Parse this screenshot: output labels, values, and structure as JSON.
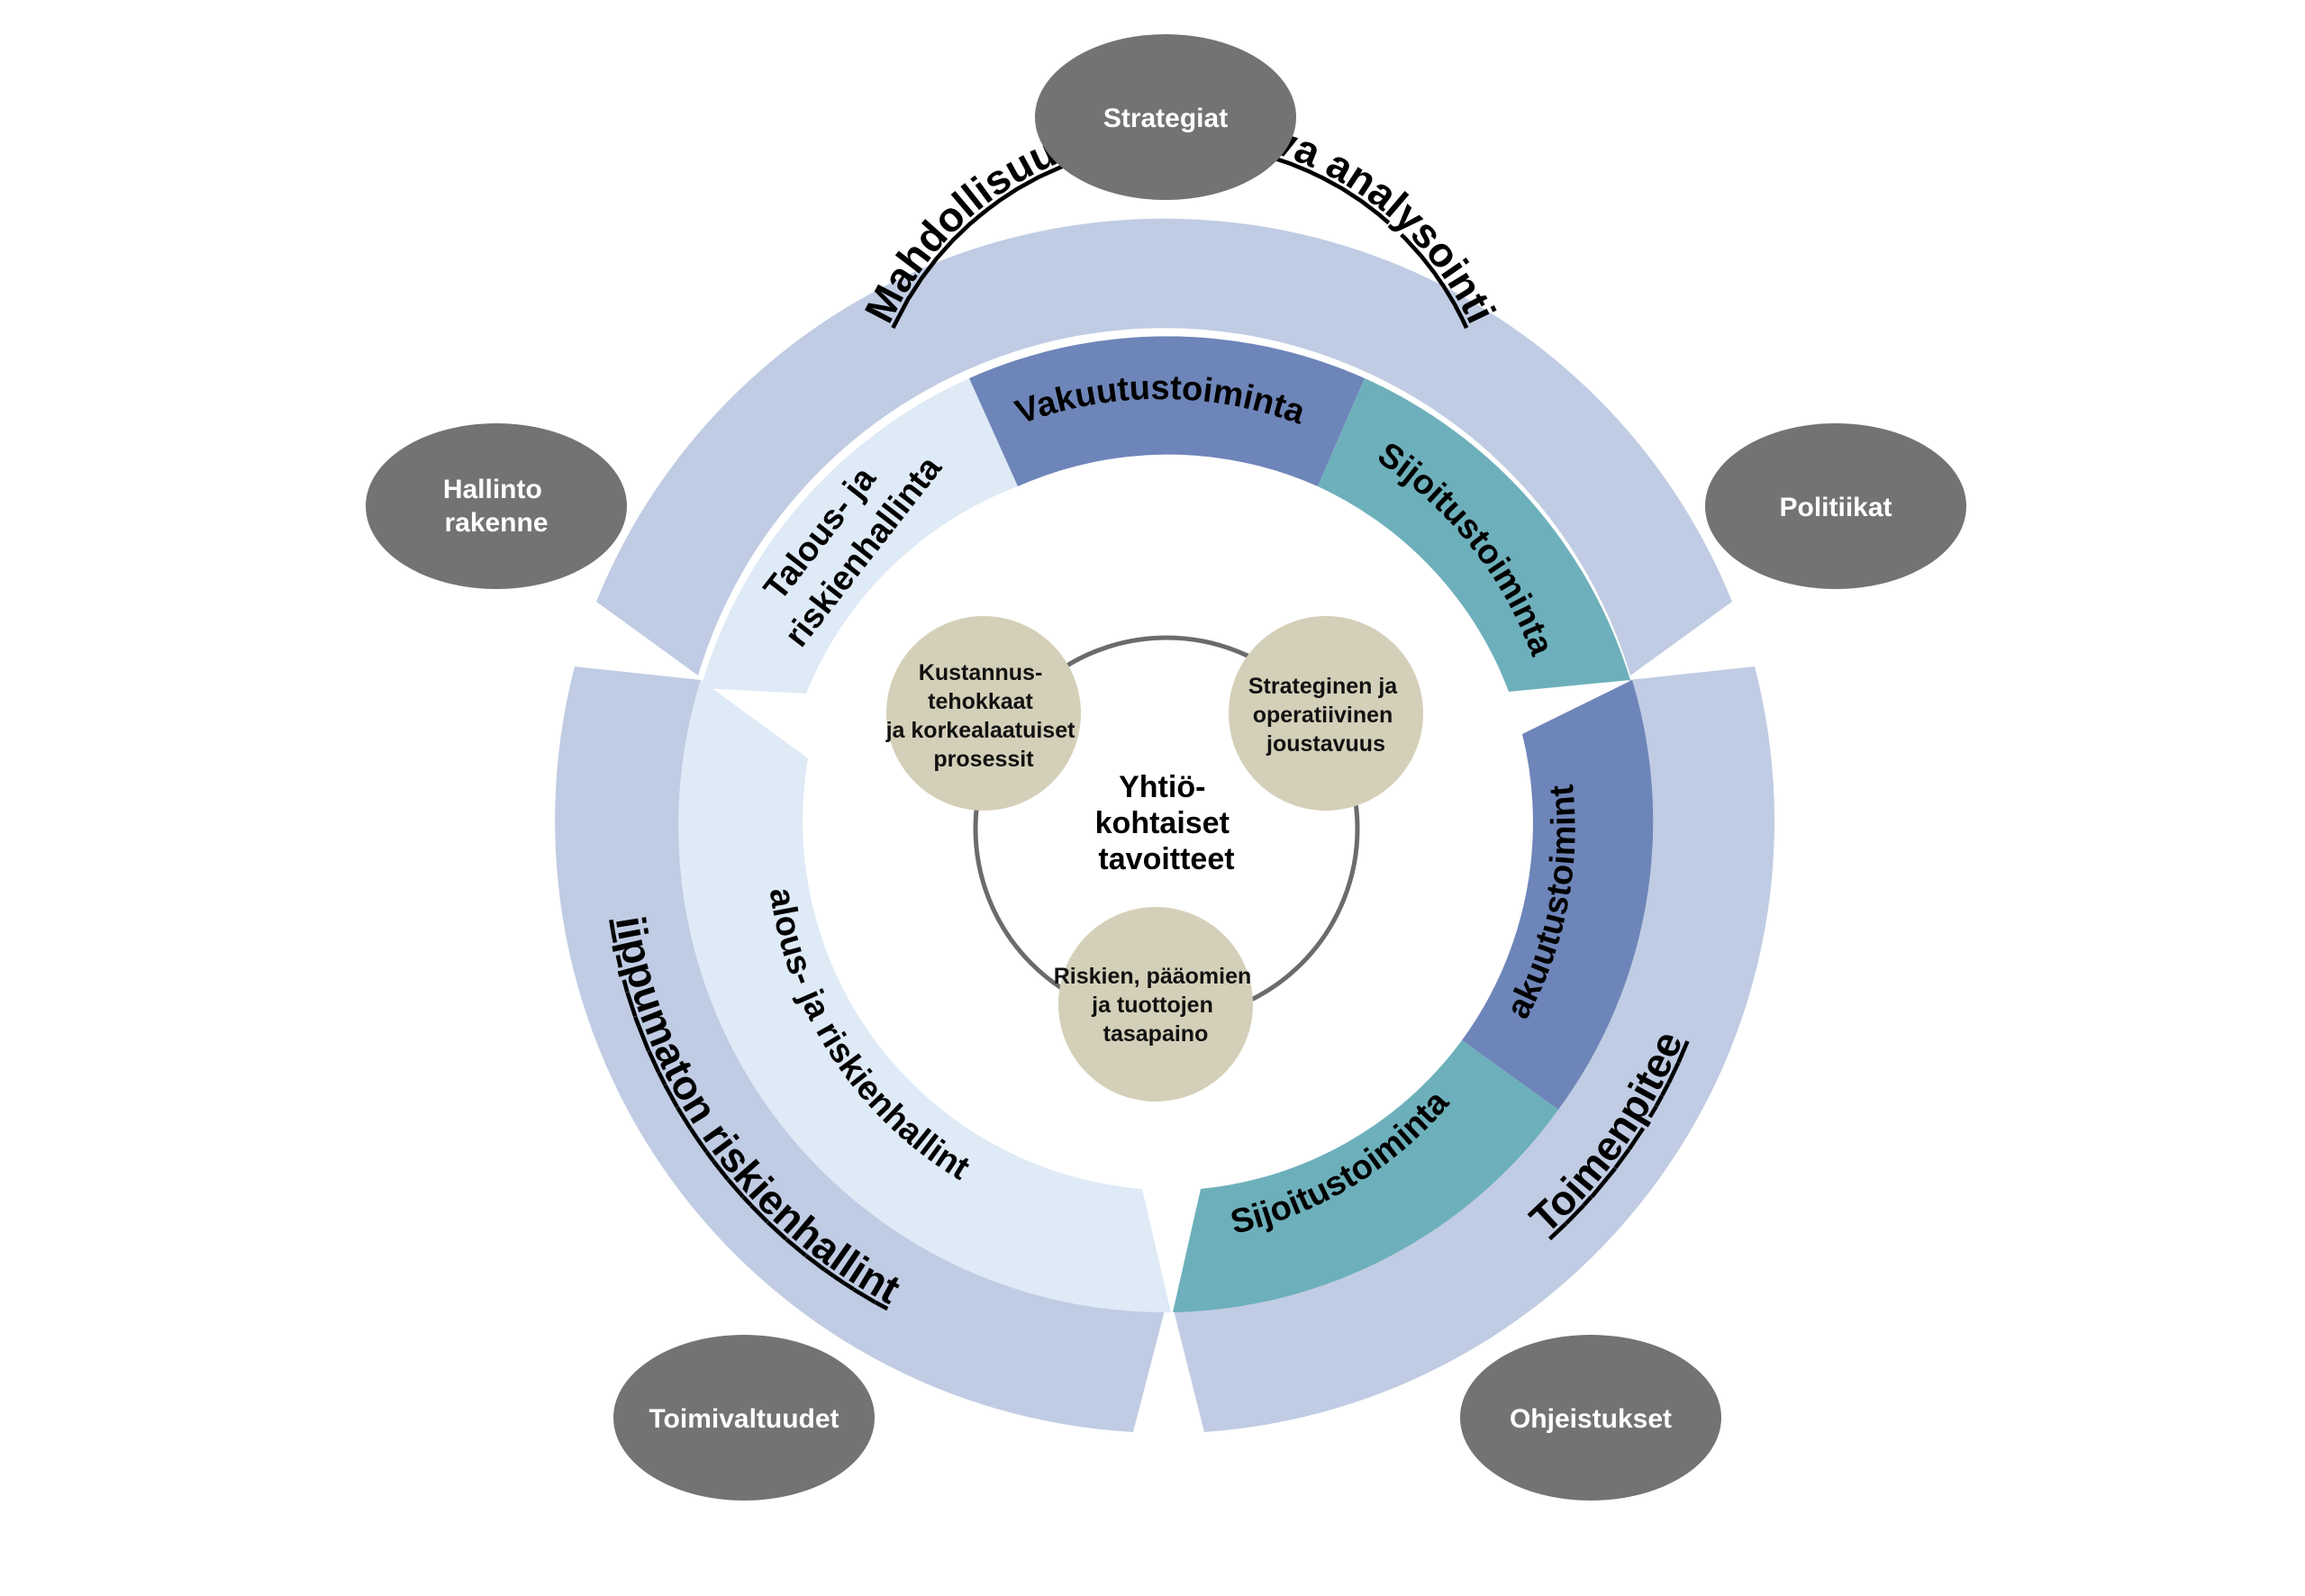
{
  "colors": {
    "outer_ring": "#c0cce3",
    "finance": "#deeaf6",
    "insurance": "#6e85b9",
    "investment": "#6db0bb",
    "goal_circle": "#d4cfb8",
    "node": "#737373",
    "connector_ring": "#6b6b6b"
  },
  "outer_ring": {
    "top": "Mahdollisuuksien jatkuva analysointi",
    "left": "Riippumaton riskienhallinta",
    "right": "Toimenpiteet"
  },
  "top_segments": {
    "finance": [
      "Talous- ja",
      "riskienhallinta"
    ],
    "insurance": "Vakuutustoiminta",
    "investment": "Sijoitustoiminta"
  },
  "left_segment": "Talous- ja riskienhallinta",
  "right_segments": {
    "insurance": "Vakuutustoiminta",
    "investment": "Sijoitustoiminta"
  },
  "nodes": {
    "strategies": "Strategiat",
    "governance": [
      "Hallinto",
      "rakenne"
    ],
    "policies": "Politiikat",
    "authorizations": "Toimivaltuudet",
    "instructions": "Ohjeistukset"
  },
  "goals": {
    "processes": [
      "Kustannus-",
      "tehokkaat",
      "ja korkealaatuiset",
      "prosessit"
    ],
    "flexibility": [
      "Strateginen ja",
      "operatiivinen",
      "joustavuus"
    ],
    "balance": [
      "Riskien, pääomien",
      "ja tuottojen",
      "tasapaino"
    ]
  },
  "center": [
    "Yhtiö-",
    "kohtaiset",
    "tavoitteet"
  ]
}
